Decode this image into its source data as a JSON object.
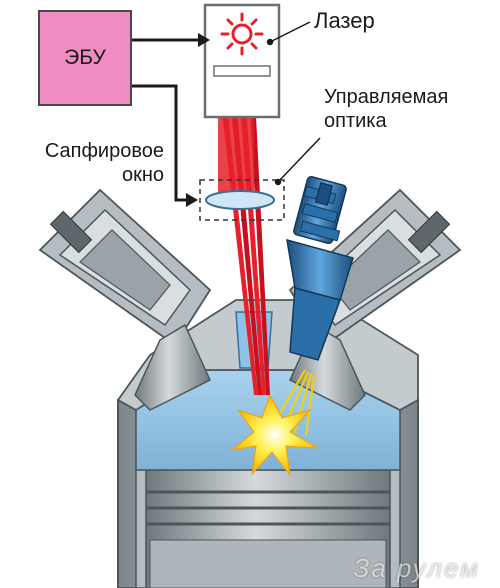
{
  "labels": {
    "ecu": "ЭБУ",
    "laser": "Лазер",
    "optics_line1": "Управляемая",
    "optics_line2": "оптика",
    "window_line1": "Сапфировое",
    "window_line2": "окно"
  },
  "watermark": "За рулем",
  "colors": {
    "ecu_fill": "#f08cc4",
    "laser_beam": "#e8202a",
    "spark_plug": "#2a6fa8",
    "cylinder_metal": "#9aa3a8",
    "chamber": "#9fc8e6",
    "spark": "#fff200"
  }
}
